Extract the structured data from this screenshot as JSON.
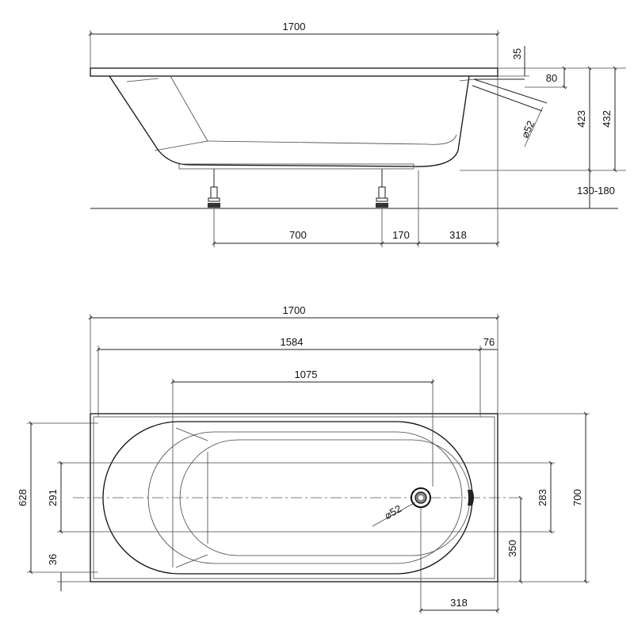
{
  "side_view": {
    "overall_length": "1700",
    "rim_thickness": "35",
    "overflow_height": "80",
    "inner_height": "423",
    "total_height": "432",
    "leg_adjust": "130-180",
    "leg_spacing": "700",
    "leg_to_drain": "170",
    "drain_offset": "318",
    "drain_diameter": "⌀52"
  },
  "top_view": {
    "overall_length": "1700",
    "inner_length": "1584",
    "end_offset": "76",
    "armrest_span": "1075",
    "width_outer": "700",
    "width_inner": "628",
    "headrest_width": "291",
    "rim_offset": "36",
    "drain_width": "283",
    "drain_to_edge": "350",
    "drain_offset": "318",
    "drain_diameter": "⌀52"
  }
}
